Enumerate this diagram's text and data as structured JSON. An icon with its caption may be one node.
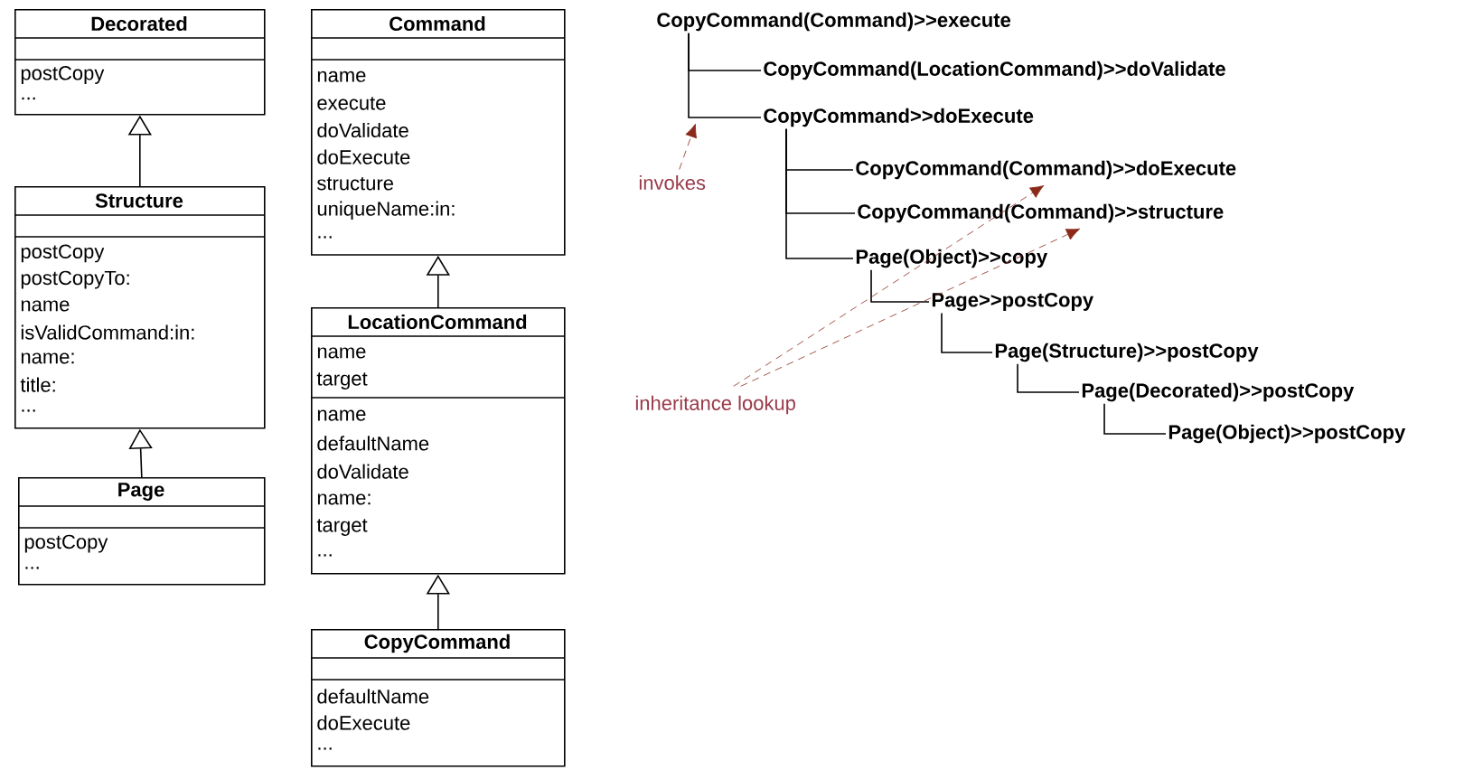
{
  "diagram": {
    "nodes": [
      {
        "text": [
          "Decorated",
          "postCopy",
          "..."
        ]
      },
      {
        "text": [
          "Structure",
          "postCopy",
          "postCopyTo:",
          "name",
          "isValidCommand:in:",
          "name:",
          "title:",
          "..."
        ]
      },
      {
        "text": [
          "Page",
          "postCopy",
          "..."
        ]
      },
      {
        "text": [
          "Command",
          "name",
          "execute",
          "doValidate",
          "doExecute",
          "structure",
          "uniqueName:in:",
          "..."
        ]
      },
      {
        "text": [
          "LocationCommand",
          "name",
          "target",
          "name",
          "defaultName",
          "doValidate",
          "name:",
          "target",
          "..."
        ]
      },
      {
        "text": [
          "CopyCommand",
          "defaultName",
          "doExecute",
          "..."
        ]
      },
      {
        "text": [
          "CopyCommand(Command)>>execute"
        ]
      },
      {
        "text": [
          "CopyCommand(LocationCommand)>>doValidate"
        ]
      },
      {
        "text": [
          "CopyCommand>>doExecute"
        ]
      },
      {
        "text": [
          "CopyCommand(Command)>>doExecute"
        ]
      },
      {
        "text": [
          "CopyCommand(Command)>>structure"
        ]
      },
      {
        "text": [
          "Page(Object)>>copy"
        ]
      },
      {
        "text": [
          "Page>>postCopy"
        ]
      },
      {
        "text": [
          "Page(Structure)>>postCopy"
        ]
      },
      {
        "text": [
          "Page(Decorated)>>postCopy"
        ]
      },
      {
        "text": [
          "Page(Object)>>postCopy"
        ]
      },
      {
        "text": [
          "invokes"
        ]
      },
      {
        "text": [
          "inheritance lookup"
        ]
      }
    ],
    "edges": [
      {
        "from": 1,
        "to": 0,
        "arrow": "to"
      },
      {
        "from": 2,
        "to": 1,
        "arrow": "to"
      },
      {
        "from": 4,
        "to": 3,
        "arrow": "to"
      },
      {
        "from": 5,
        "to": 4,
        "arrow": "to"
      },
      {
        "from": 6,
        "to": 7,
        "arrow": "none"
      },
      {
        "from": 6,
        "to": 8,
        "arrow": "none"
      },
      {
        "from": 8,
        "to": 9,
        "arrow": "none"
      },
      {
        "from": 8,
        "to": 10,
        "arrow": "none"
      },
      {
        "from": 8,
        "to": 11,
        "arrow": "none"
      },
      {
        "from": 11,
        "to": 12,
        "arrow": "none"
      },
      {
        "from": 12,
        "to": 13,
        "arrow": "none"
      },
      {
        "from": 13,
        "to": 14,
        "arrow": "none"
      },
      {
        "from": 14,
        "to": 15,
        "arrow": "none"
      },
      {
        "from": 16,
        "to": null,
        "arrow": "to",
        "style": "dashed",
        "color": "#8b2a1a"
      },
      {
        "from": 17,
        "to": 9,
        "arrow": "to",
        "style": "dashed",
        "color": "#8b2a1a"
      },
      {
        "from": 17,
        "to": 10,
        "arrow": "to",
        "style": "dashed",
        "color": "#8b2a1a"
      }
    ]
  }
}
